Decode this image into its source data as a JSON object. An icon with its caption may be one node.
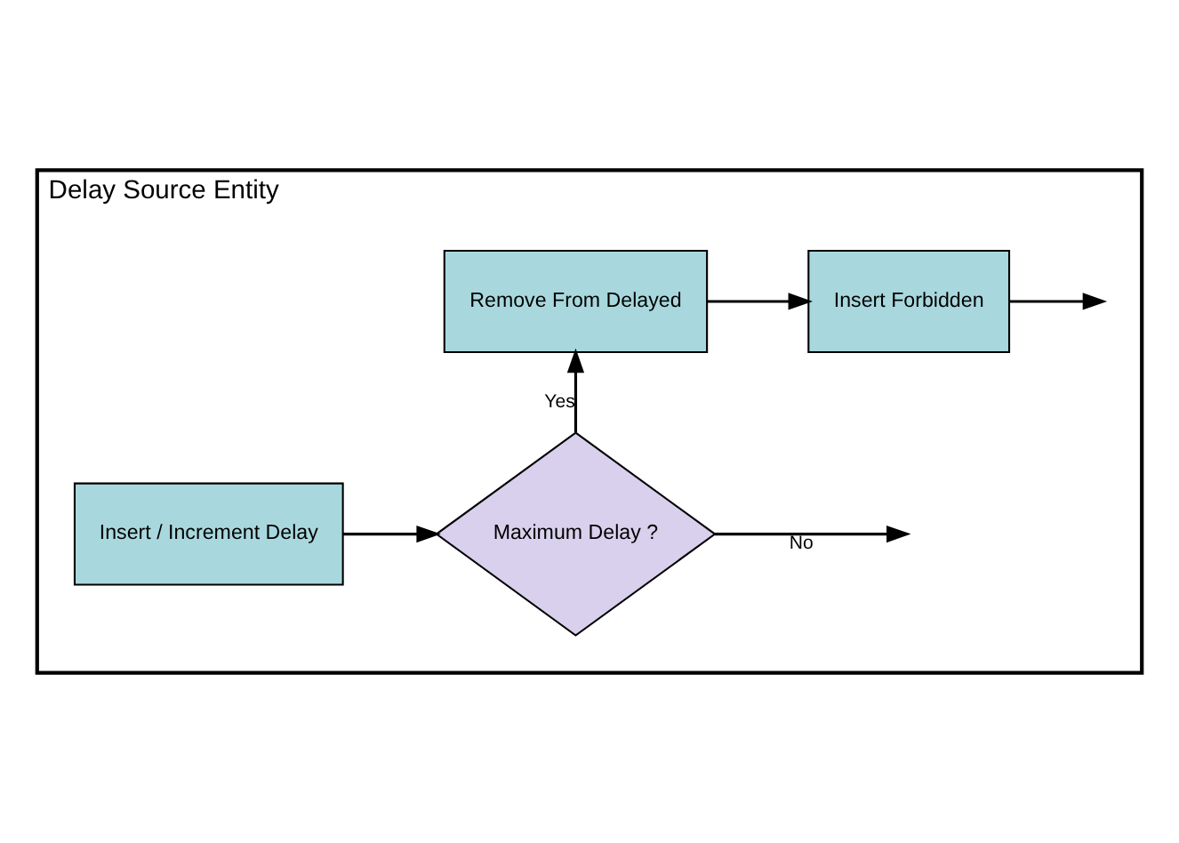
{
  "diagram": {
    "nodes": [
      {
        "text": [
          "Delay Source Entity"
        ]
      },
      {
        "text": [
          "Insert / Increment Delay"
        ],
        "in": 0
      },
      {
        "text": [
          "Maximum Delay ?"
        ],
        "in": 0
      },
      {
        "text": [
          "Remove From Delayed"
        ],
        "in": 0
      },
      {
        "text": [
          "Insert Forbidden"
        ],
        "in": 0
      }
    ],
    "edges": [
      {
        "from": 1,
        "to": 2,
        "arrow": "to"
      },
      {
        "from": 2,
        "to": null,
        "arrow": "to",
        "label": "No"
      },
      {
        "from": 2,
        "to": 3,
        "arrow": "to",
        "label": "Yes"
      },
      {
        "from": 3,
        "to": 4,
        "arrow": "to"
      },
      {
        "from": 4,
        "to": null,
        "arrow": "to"
      }
    ]
  }
}
